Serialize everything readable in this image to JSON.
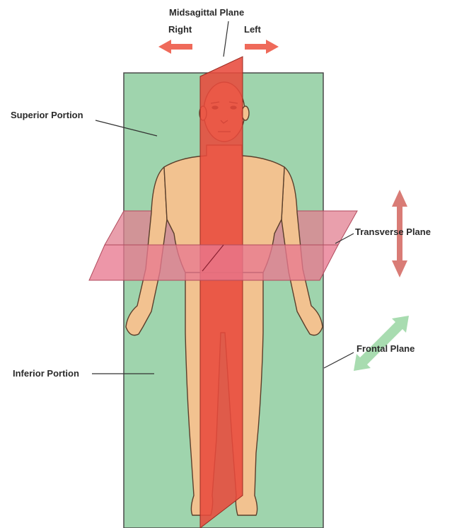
{
  "labels": {
    "midsagittal_plane": "Midsagittal Plane",
    "right": "Right",
    "left": "Left",
    "superior_portion": "Superior Portion",
    "transverse_plane": "Transverse Plane",
    "frontal_plane": "Frontal Plane",
    "inferior_portion": "Inferior Portion"
  },
  "colors": {
    "frontal_plane_fill": "#9fd4ad",
    "midsagittal_plane_fill": "#e84a3c",
    "transverse_plane_fill": "#e8798f",
    "skin": "#f2c290",
    "direction_arrow_red": "#ef6a5a",
    "direction_arrow_pink": "#d97c76",
    "direction_arrow_green": "#a8dcb0"
  },
  "icons": {
    "left_right_arrows": "horizontal-arrow-icon",
    "up_down_arrow": "vertical-double-arrow-icon",
    "front_back_arrow": "diagonal-double-arrow-icon"
  }
}
